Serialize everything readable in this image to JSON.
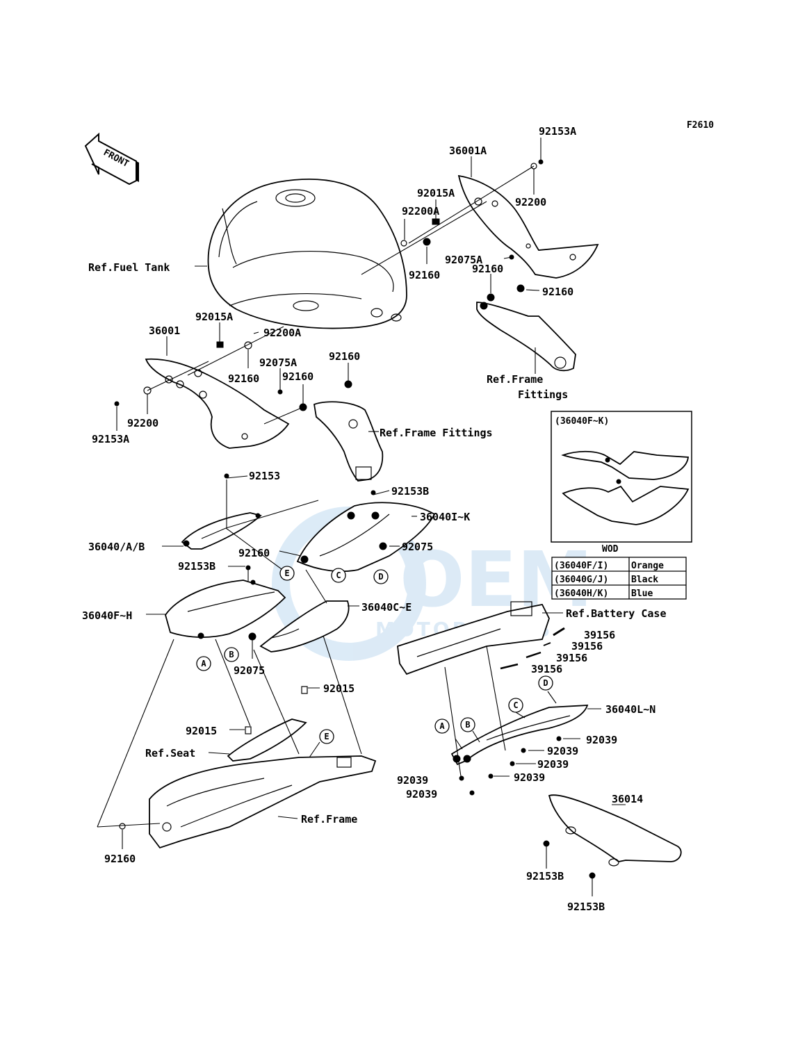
{
  "figure_code": "F2610",
  "front_badge": "FRONT",
  "watermark": {
    "logo": "OEM",
    "subtitle": "MOTORPARTS",
    "color": "#9cc6e8"
  },
  "callouts": {
    "p92153A_top": "92153A",
    "p36001A": "36001A",
    "p92015A_top": "92015A",
    "p92200A_top": "92200A",
    "p92200_top": "92200",
    "p92075A_top": "92075A",
    "p92160_a": "92160",
    "p92160_b": "92160",
    "p92160_c": "92160",
    "ref_fuel_tank": "Ref.Fuel Tank",
    "ref_frame_fittings_top_1": "Ref.Frame",
    "ref_frame_fittings_top_2": "Fittings",
    "p92015A_left": "92015A",
    "p92200A_left": "92200A",
    "p36001": "36001",
    "p92075A_left": "92075A",
    "p92160_d": "92160",
    "p92160_e": "92160",
    "p92160_f": "92160",
    "p92200_left": "92200",
    "p92153A_left": "92153A",
    "ref_frame_fittings_mid": "Ref.Frame Fittings",
    "p92153": "92153",
    "p92153B_a": "92153B",
    "p36040IK": "36040I~K",
    "p36040AB": "36040/A/B",
    "p92160_g": "92160",
    "p92075_a": "92075",
    "p92153B_b": "92153B",
    "p36040CE": "36040C~E",
    "p36040FH": "36040F~H",
    "ref_battery_case": "Ref.Battery Case",
    "p39156_a": "39156",
    "p39156_b": "39156",
    "p39156_c": "39156",
    "p39156_d": "39156",
    "p92075_b": "92075",
    "p92015_a": "92015",
    "p92015_b": "92015",
    "p36040LN": "36040L~N",
    "ref_seat": "Ref.Seat",
    "p92039_a": "92039",
    "p92039_b": "92039",
    "p92039_c": "92039",
    "p92039_d": "92039",
    "p92039_e": "92039",
    "ref_frame": "Ref.Frame",
    "p36014": "36014",
    "p92160_h": "92160",
    "p92153B_c": "92153B",
    "p92153B_d": "92153B"
  },
  "circle_markers": {
    "A1": "A",
    "B1": "B",
    "C1": "C",
    "D1": "D",
    "E1": "E",
    "A2": "A",
    "B2": "B",
    "C2": "C",
    "D2": "D",
    "E2": "E"
  },
  "inset": {
    "title": "(36040F~K)",
    "table_header": "WOD",
    "rows": [
      {
        "code": "(36040F/I)",
        "color": "Orange"
      },
      {
        "code": "(36040G/J)",
        "color": "Black"
      },
      {
        "code": "(36040H/K)",
        "color": "Blue"
      }
    ]
  }
}
